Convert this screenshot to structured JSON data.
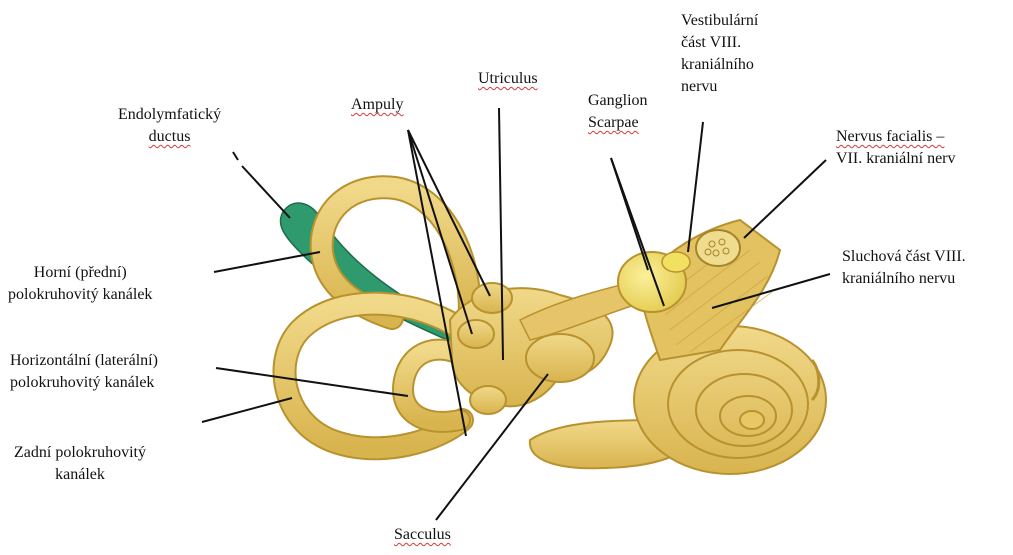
{
  "labels": {
    "endolymph": [
      "Endolymfatický",
      "ductus"
    ],
    "ampuly": "Ampuly",
    "utriculus": "Utriculus",
    "ganglion": [
      "Ganglion",
      "Scarpae"
    ],
    "vestibular": [
      "Vestibulární",
      "část VIII.",
      "kraniálního",
      "nervu"
    ],
    "facialis": [
      "Nervus facialis –",
      "VII. kraniální nerv"
    ],
    "horni": [
      "Horní (přední)",
      "polokruhovitý kanálek"
    ],
    "horizontalni": [
      "Horizontální (laterální)",
      "polokruhovitý kanálek"
    ],
    "zadni": [
      "Zadní polokruhovitý",
      "kanálek"
    ],
    "sluchova": [
      "Sluchová část VIII.",
      "kraniálního nervu"
    ],
    "sacculus": "Sacculus"
  },
  "colors": {
    "bone": "#e9c86a",
    "bone_dark": "#b8922f",
    "endolymph": "#2e9a6e",
    "ganglion": "#f2e060",
    "leader": "#111111"
  }
}
